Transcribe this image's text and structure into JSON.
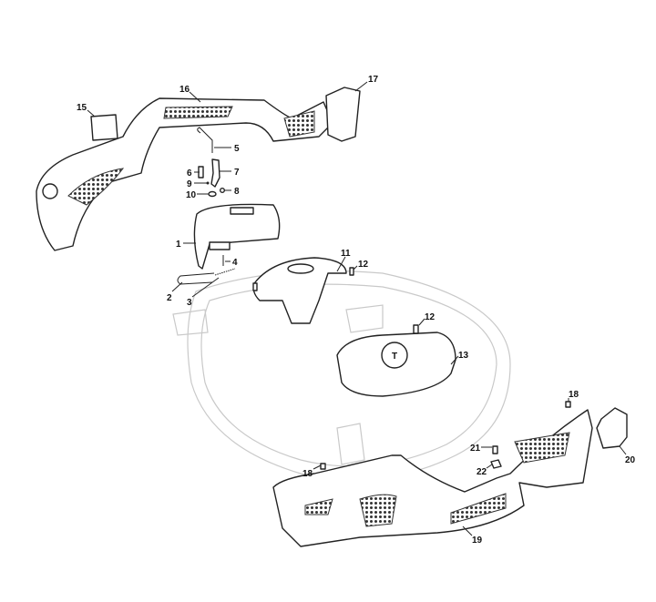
{
  "diagram": {
    "type": "exploded-parts-diagram",
    "callouts": {
      "c1": "1",
      "c2": "2",
      "c3": "3",
      "c4": "4",
      "c5": "5",
      "c6": "6",
      "c7": "7",
      "c8": "8",
      "c9": "9",
      "c10": "10",
      "c11": "11",
      "c12a": "12",
      "c12b": "12",
      "c13": "13",
      "c15": "15",
      "c16": "16",
      "c17": "17",
      "c18a": "18",
      "c18b": "18",
      "c19": "19",
      "c20": "20",
      "c21": "21",
      "c22": "22"
    },
    "colors": {
      "line": "#222222",
      "ghost": "#c9c9c9",
      "background": "#ffffff"
    }
  }
}
